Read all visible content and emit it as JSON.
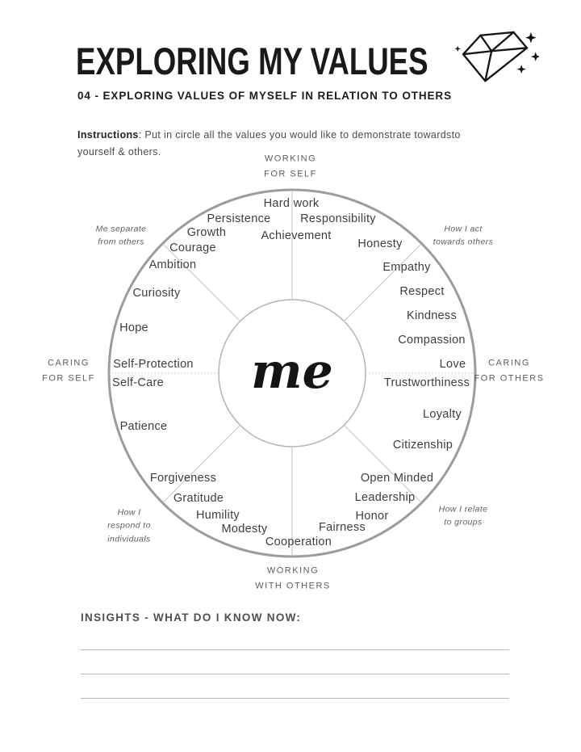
{
  "header": {
    "title": "EXPLORING MY VALUES",
    "subtitle": "04 - EXPLORING VALUES OF MYSELF IN RELATION TO OTHERS",
    "instructions_label": "Instructions",
    "instructions_body": ": Put in circle all the values you would like to demonstrate towardsto yourself & others.",
    "icon": "diamond-sparkles-icon"
  },
  "wheel": {
    "center_label": "me",
    "captions": {
      "top": "WORKING\nFOR SELF",
      "nw": "Me separate\nfrom others",
      "ne": "How I act\ntowards others",
      "left": "CARING\nFOR SELF",
      "right": "CARING\nFOR OTHERS",
      "sw": "How I\nrespond to\nindividuals",
      "se": "How I relate\nto groups",
      "bottom": "WORKING\nWITH OTHERS"
    },
    "values": [
      "Hard work",
      "Persistence",
      "Responsibility",
      "Growth",
      "Achievement",
      "Honesty",
      "Courage",
      "Ambition",
      "Empathy",
      "Curiosity",
      "Respect",
      "Kindness",
      "Hope",
      "Compassion",
      "Self-Protection",
      "Love",
      "Self-Care",
      "Trustworthiness",
      "Patience",
      "Loyalty",
      "Citizenship",
      "Forgiveness",
      "Open Minded",
      "Gratitude",
      "Leadership",
      "Humility",
      "Honor",
      "Modesty",
      "Fairness",
      "Cooperation"
    ]
  },
  "insights": {
    "heading": "INSIGHTS - WHAT DO I KNOW NOW:",
    "blank_line_count": 3
  },
  "colors": {
    "outer_ring": "#9c9c9c",
    "inner_ring": "#b3b3b3",
    "divider": "#cbcbcb",
    "value_text": "#3e3e3e",
    "caption_text": "#5d5d5d",
    "ink": "#191919",
    "writing_line": "#b9b9b9"
  }
}
